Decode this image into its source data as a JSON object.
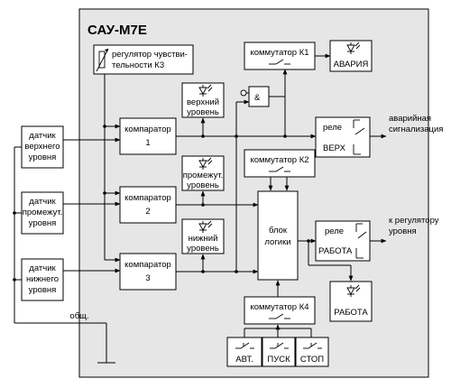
{
  "title": "САУ-М7Е",
  "sensors": {
    "upper": [
      "датчик",
      "верхнего",
      "уровня"
    ],
    "middle": [
      "датчик",
      "промежут.",
      "уровня"
    ],
    "lower": [
      "датчик",
      "нижнего",
      "уровня"
    ]
  },
  "common_label": "общ.",
  "sensitivity_regulator": [
    "регулятор чувстви-",
    "тельности К3"
  ],
  "comparators": [
    [
      "компаратор",
      "1"
    ],
    [
      "компаратор",
      "2"
    ],
    [
      "компаратор",
      "3"
    ]
  ],
  "level_indicators": {
    "upper": [
      "верхний",
      "уровень"
    ],
    "middle": [
      "промежут.",
      "уровень"
    ],
    "lower": [
      "нижний",
      "уровень"
    ]
  },
  "and_gate": "&",
  "switches": {
    "k1": "коммутатор К1",
    "k2": "коммутатор К2",
    "k4": "коммутатор К4"
  },
  "alarm_indicator": "АВАРИЯ",
  "work_indicator": "РАБОТА",
  "logic_block": [
    "блок",
    "логики"
  ],
  "relays": {
    "top": {
      "label": "реле",
      "name": "ВЕРХ"
    },
    "work": {
      "label": "реле",
      "name": "РАБОТА"
    }
  },
  "outputs": {
    "alarm": [
      "аварийная",
      "сигнализация"
    ],
    "regulator": [
      "к регулятору",
      "уровня"
    ]
  },
  "buttons": {
    "auto": "АВТ.",
    "start": "ПУСК",
    "stop": "СТОП"
  }
}
